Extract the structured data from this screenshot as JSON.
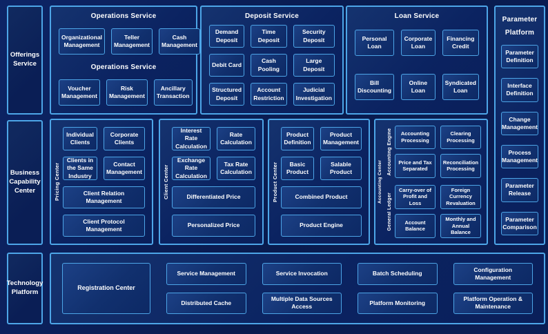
{
  "palette": {
    "background": "#0a1e55",
    "panel_fill": "#0b2361",
    "node_fill": "#11306e",
    "border_blue": "#4da6e8",
    "text": "#ffffff"
  },
  "left_rail": {
    "offerings": "Offerings Service",
    "capability": "Business Capability Center",
    "technology": "Technology Platform"
  },
  "operations": {
    "title": "Operations Service",
    "row1": [
      "Organizational Management",
      "Teller Management",
      "Cash Management"
    ],
    "mid_label": "Operations Service",
    "row2": [
      "Voucher Management",
      "Risk Management",
      "Ancillary Transaction"
    ]
  },
  "deposit": {
    "title": "Deposit Service",
    "boxes": [
      "Demand Deposit",
      "Time Deposit",
      "Security Deposit",
      "Debit Card",
      "Cash Pooling",
      "Large Deposit",
      "Structured Deposit",
      "Account Restriction",
      "Judicial Investigation"
    ]
  },
  "loan": {
    "title": "Loan Service",
    "boxes": [
      "Personal Loan",
      "Corporate Loan",
      "Financing Credit",
      "Bill Discounting",
      "Online Loan",
      "Syndicated Loan"
    ]
  },
  "parameter": {
    "title": "Parameter Platform",
    "boxes": [
      "Parameter Definition",
      "Interface Definition",
      "Change Management",
      "Process Management",
      "Parameter Release",
      "Parameter Comparison"
    ]
  },
  "pricing_center": {
    "side_label": "Pricing Center",
    "small": [
      "Individual Clients",
      "Corporate Clients",
      "Clients in the Same Industry",
      "Contact Management"
    ],
    "wide": [
      "Client Relation Management",
      "Client Protocol Management"
    ]
  },
  "client_center": {
    "side_label": "Client Center",
    "small": [
      "Interest Rate Calculation",
      "Rate Calculation",
      "Exchange Rate Calculation",
      "Tax Rate Calculation"
    ],
    "wide": [
      "Differentiated Price",
      "Personalized Price"
    ]
  },
  "product_center": {
    "side_label": "Product Center",
    "small": [
      "Product Definition",
      "Product Management",
      "Basic Product",
      "Salable Product"
    ],
    "wide": [
      "Combined Product",
      "Product Engine"
    ]
  },
  "accounting_center": {
    "side_label": "Accounting Center",
    "groups": [
      {
        "label": "Accounting Engine",
        "boxes": [
          "Accounting Processing",
          "Clearing Processing",
          "Price and Tax Separated",
          "Reconciliation Processing"
        ]
      },
      {
        "label": "General Ledger",
        "boxes": [
          "Carry-over of Profit and Loss",
          "Foreign Currency Revaluation",
          "Account Balance",
          "Monthly and Annual Balance"
        ]
      }
    ]
  },
  "technology": {
    "registration": "Registration Center",
    "columns": [
      {
        "top": "Service Management",
        "bottom": "Distributed Cache"
      },
      {
        "top": "Service Invocation",
        "bottom": "Multiple Data Sources Access"
      },
      {
        "top": "Batch Scheduling",
        "bottom": "Platform Monitoring"
      },
      {
        "top": "Configuration Management",
        "bottom": "Platform Operation & Maintenance"
      }
    ]
  }
}
